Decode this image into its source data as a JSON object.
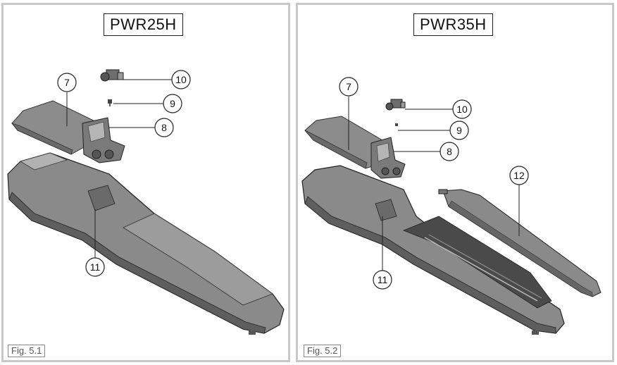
{
  "left_panel": {
    "model": "PWR25H",
    "figure": "Fig. 5.1",
    "callouts": [
      "7",
      "10",
      "9",
      "8",
      "11"
    ]
  },
  "right_panel": {
    "model": "PWR35H",
    "figure": "Fig. 5.2",
    "callouts": [
      "7",
      "10",
      "9",
      "8",
      "12",
      "11"
    ]
  },
  "colors": {
    "housing": "#8a8a8a",
    "housing_dark": "#5a5a5a",
    "housing_light": "#b0b0b0",
    "frame": "#c8c8c8"
  }
}
